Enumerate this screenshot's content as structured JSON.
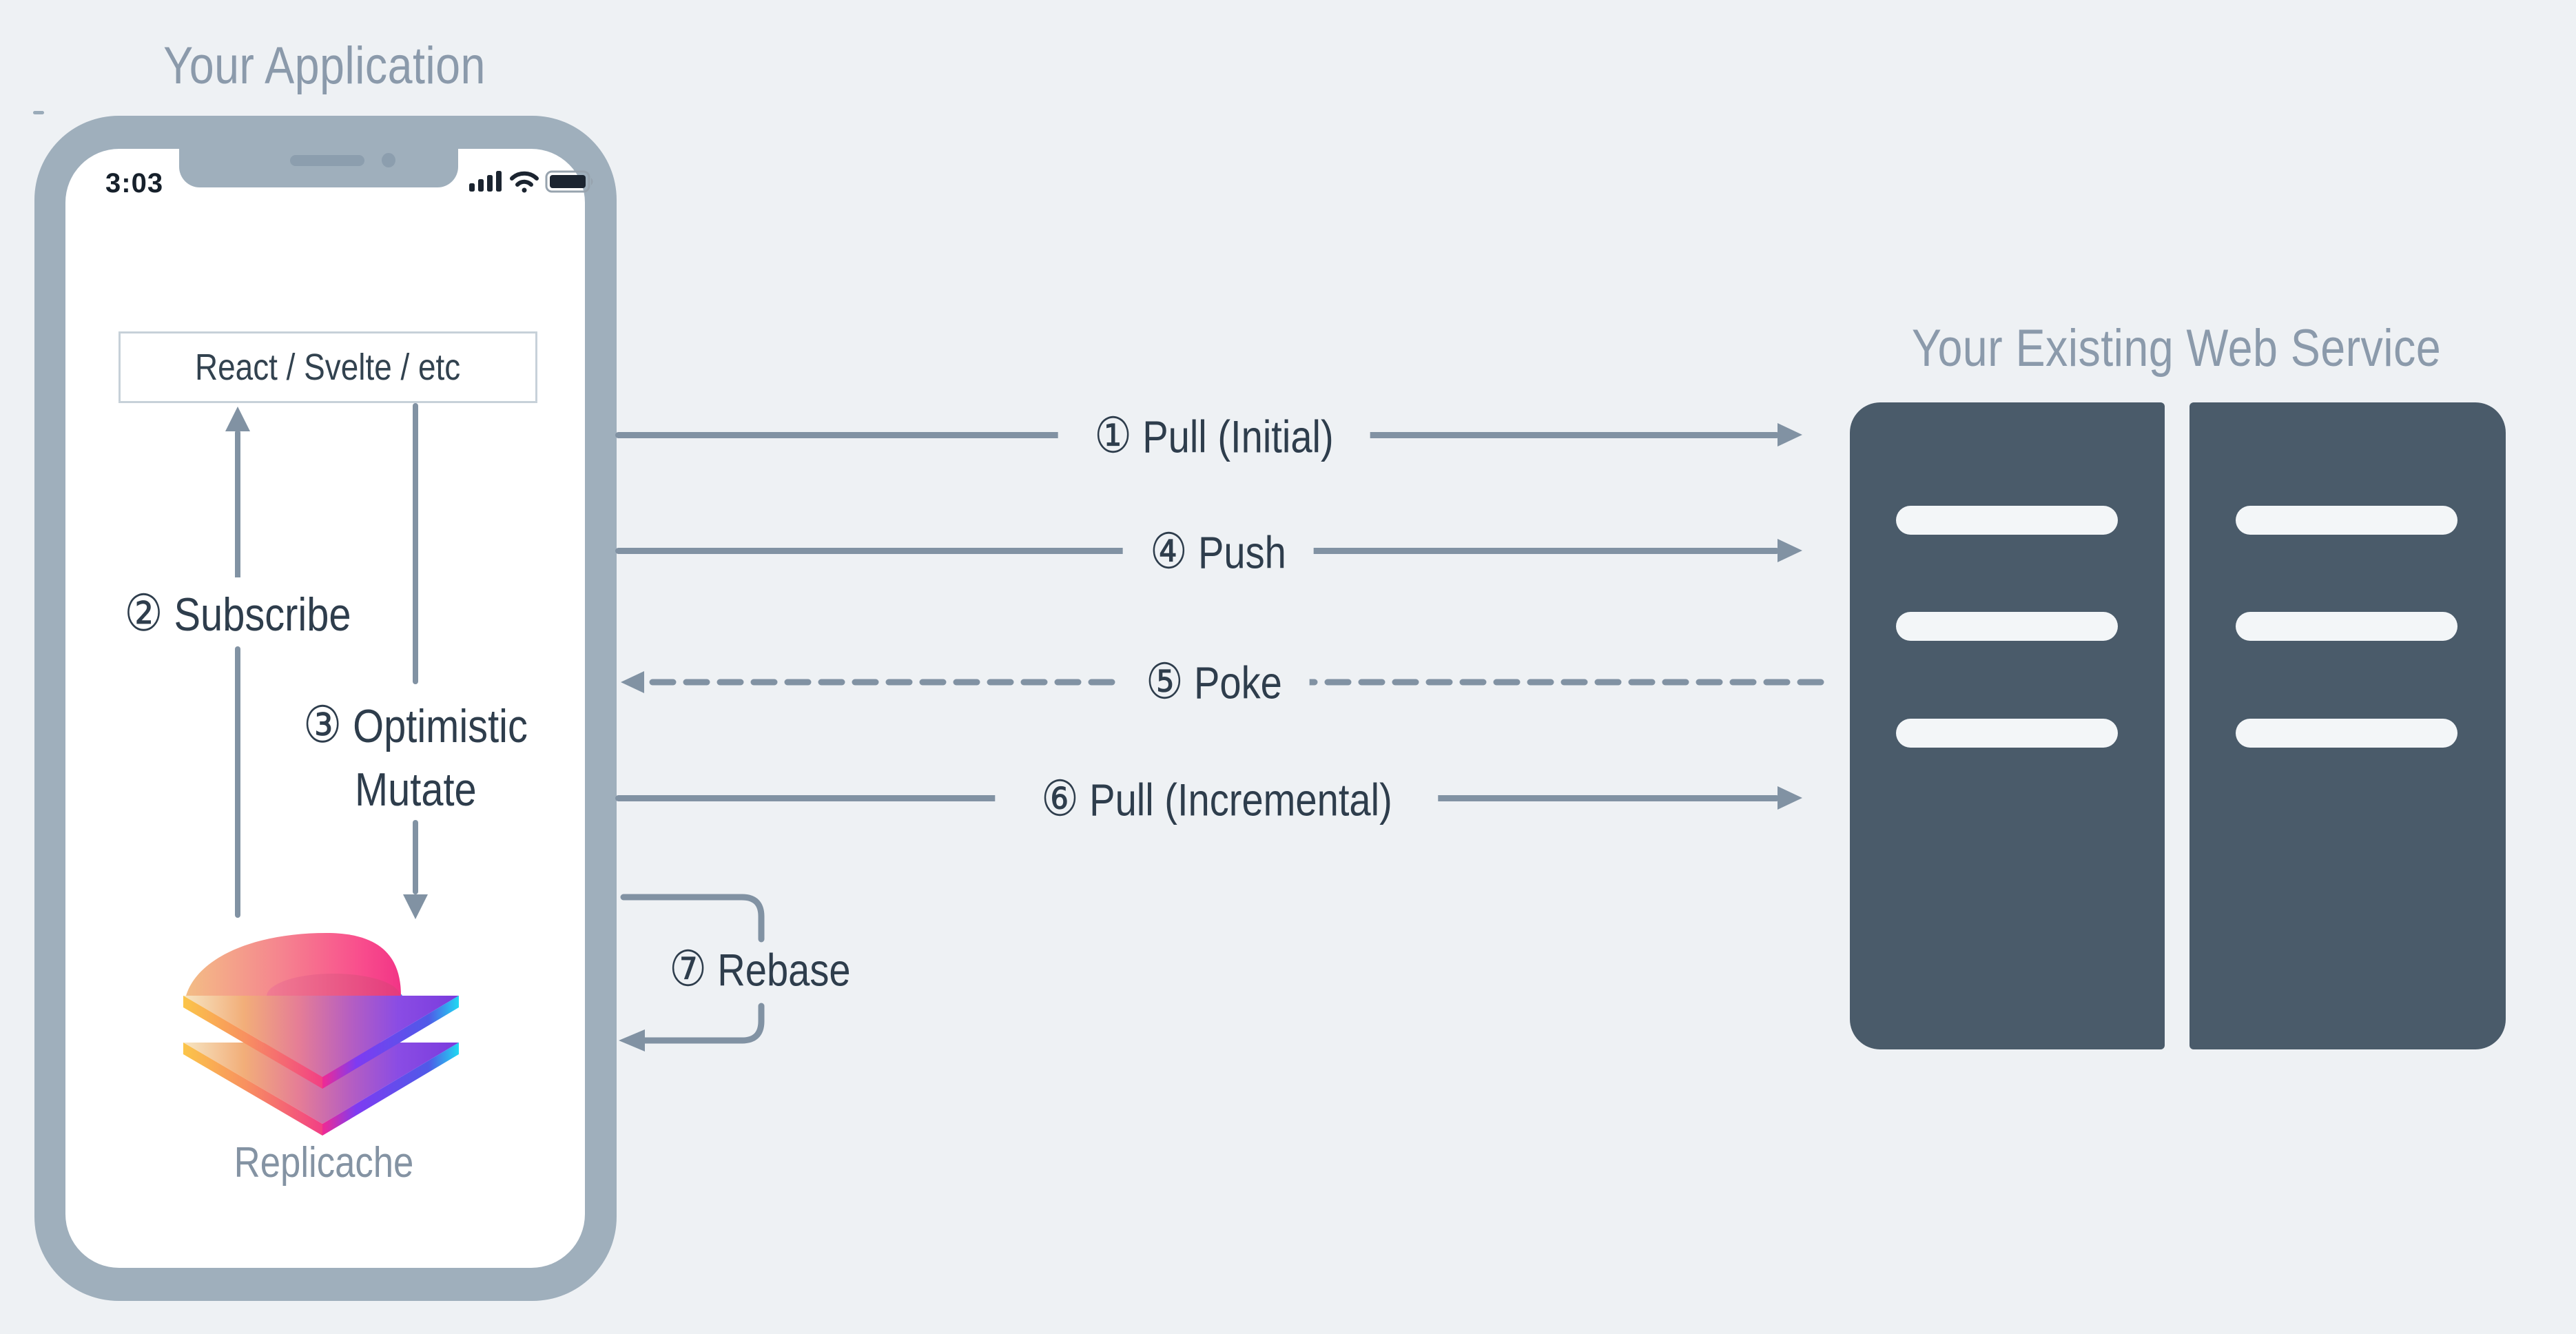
{
  "application": {
    "title": "Your Application",
    "phone": {
      "time": "3:03",
      "status_icons": [
        "cellular-signal-icon",
        "wifi-icon",
        "battery-icon"
      ],
      "notch_parts": [
        "speaker-grille-icon",
        "camera-icon"
      ]
    },
    "ui_box": {
      "label": "React / Svelte / etc"
    },
    "internal_flows": [
      {
        "number": "②",
        "label": "Subscribe",
        "direction": "up"
      },
      {
        "number": "③",
        "label_line1": "Optimistic",
        "label_line2": "Mutate",
        "direction": "down"
      }
    ],
    "library": {
      "name": "Replicache",
      "logo": "replicache-logo"
    }
  },
  "service": {
    "title": "Your Existing Web Service",
    "server_racks": 2,
    "bars_per_rack": 3
  },
  "flows": [
    {
      "number": "①",
      "label": "Pull (Initial)",
      "direction": "right",
      "style": "solid"
    },
    {
      "number": "④",
      "label": "Push",
      "direction": "right",
      "style": "solid"
    },
    {
      "number": "⑤",
      "label": "Poke",
      "direction": "left",
      "style": "dashed"
    },
    {
      "number": "⑥",
      "label": "Pull (Incremental)",
      "direction": "right",
      "style": "solid"
    },
    {
      "number": "⑦",
      "label": "Rebase",
      "direction": "loop",
      "style": "solid"
    }
  ],
  "colors": {
    "background": "#eef1f4",
    "phone_bezel": "#9fafbc",
    "line_gray": "#8192a3",
    "label_text": "#2e3d4c",
    "muted_title": "#8b9aab",
    "server_fill": "#4a5b6a",
    "server_bar": "#f3f6f8",
    "box_border": "#c7d1d9",
    "logo_yellow": "#fbc549",
    "logo_pink": "#f23f85",
    "logo_purple": "#7a3bdd",
    "logo_cyan": "#1fd9f2"
  }
}
